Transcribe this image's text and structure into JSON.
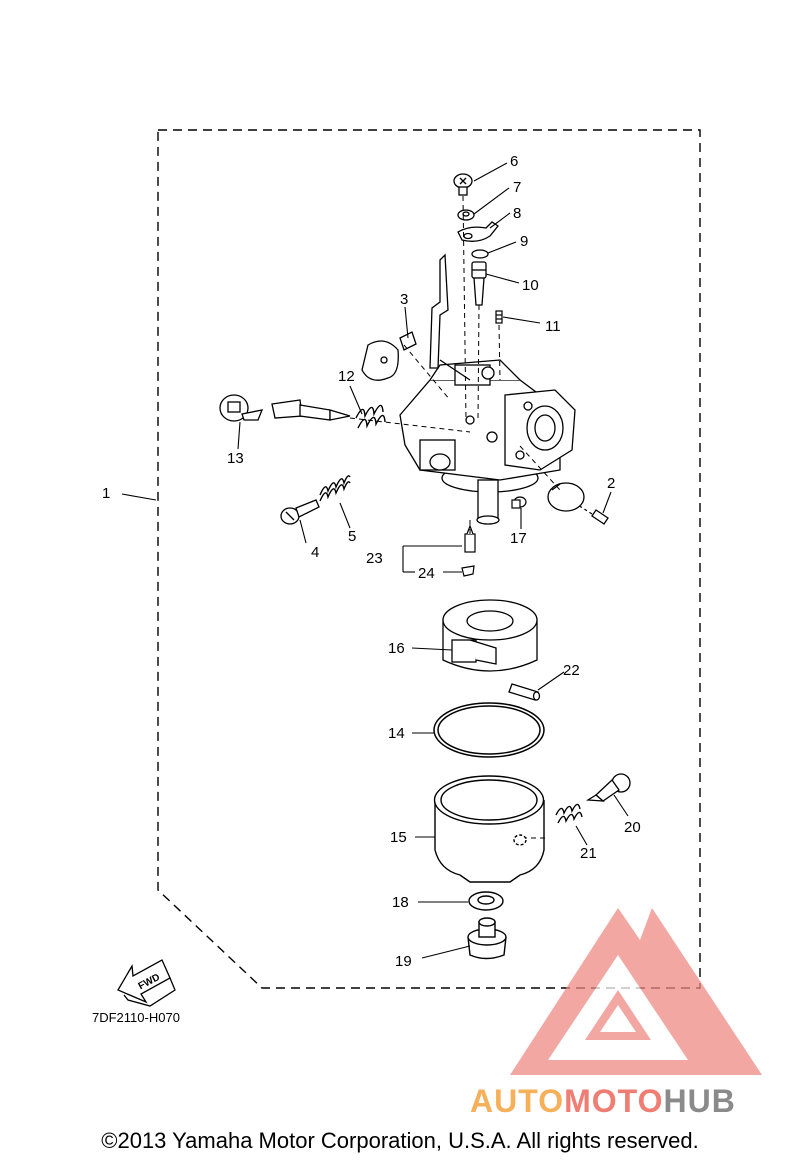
{
  "diagram_code": "7DF2110-H070",
  "fwd_label": "FWD",
  "copyright": "©2013 Yamaha Motor Corporation, U.S.A. All rights reserved.",
  "watermark": {
    "part1": "AUTO",
    "part2": "MOTO",
    "part3": "HUB",
    "color1": "#f6b05a",
    "color2": "#ef7d73",
    "color3": "#8a8a8a"
  },
  "callouts": {
    "c1": "1",
    "c2": "2",
    "c3": "3",
    "c4": "4",
    "c5": "5",
    "c6": "6",
    "c7": "7",
    "c8": "8",
    "c9": "9",
    "c10": "10",
    "c11": "11",
    "c12": "12",
    "c13": "13",
    "c14": "14",
    "c15": "15",
    "c16": "16",
    "c17": "17",
    "c18": "18",
    "c19": "19",
    "c20": "20",
    "c21": "21",
    "c22": "22",
    "c23": "23",
    "c24": "24"
  }
}
